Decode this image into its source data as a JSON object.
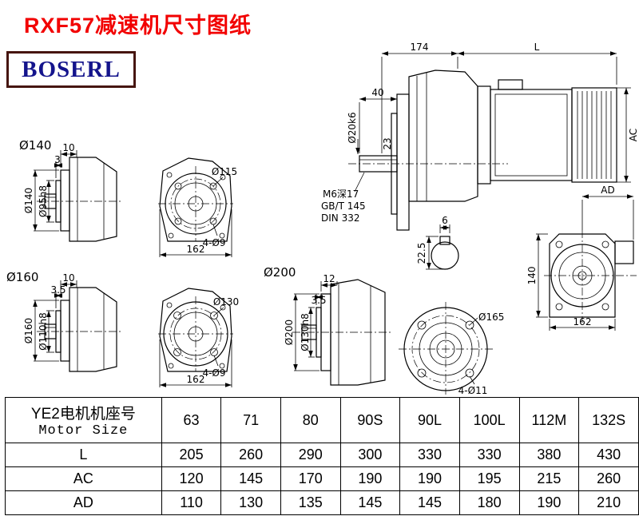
{
  "header": {
    "title": "RXF57减速机尺寸图纸",
    "logo": "BOSERL"
  },
  "views": {
    "v140": {
      "section_label": "Ø140",
      "flange_thickness": "10",
      "spigot_depth": "3",
      "outer_dia": "Ø140",
      "spigot_dia": "Ø95h8",
      "bolt_circle_dia": "Ø115",
      "bolt_holes": "4-Ø9",
      "overall_width": "162"
    },
    "v160": {
      "section_label": "Ø160",
      "flange_thickness": "10",
      "spigot_depth": "3.5",
      "outer_dia": "Ø160",
      "spigot_dia": "Ø110h8",
      "bolt_circle_dia": "Ø130",
      "bolt_holes": "4-Ø9",
      "overall_width": "162"
    },
    "v200": {
      "section_label": "Ø200",
      "flange_thickness": "12",
      "spigot_depth": "3.5",
      "outer_dia": "Ø200",
      "spigot_dia": "Ø130h8",
      "bolt_circle_dia": "Ø165",
      "bolt_holes": "4-Ø11"
    },
    "main": {
      "gearbox_length": "174",
      "motor_length": "L",
      "shaft_length": "40",
      "shaft_dia": "Ø20k6",
      "dim_23": "23",
      "motor_height": "AC",
      "motor_width": "AD",
      "tapped_hole_note": "M6深17",
      "standard_note_1": "GB/T 145",
      "standard_note_2": "DIN 332",
      "key_width": "6",
      "key_height": "22.5",
      "rear_height": "140",
      "rear_width": "162"
    }
  },
  "table": {
    "header": {
      "row_title_cn": "YE2电机机座号",
      "row_title_en": "Motor Size",
      "sizes": [
        "63",
        "71",
        "80",
        "90S",
        "90L",
        "100L",
        "112M",
        "132S"
      ]
    },
    "rows": [
      {
        "name": "L",
        "values": [
          "205",
          "260",
          "290",
          "300",
          "330",
          "330",
          "380",
          "430"
        ]
      },
      {
        "name": "AC",
        "values": [
          "120",
          "145",
          "170",
          "190",
          "190",
          "195",
          "215",
          "260"
        ]
      },
      {
        "name": "AD",
        "values": [
          "110",
          "130",
          "135",
          "145",
          "145",
          "180",
          "190",
          "210"
        ]
      }
    ]
  }
}
